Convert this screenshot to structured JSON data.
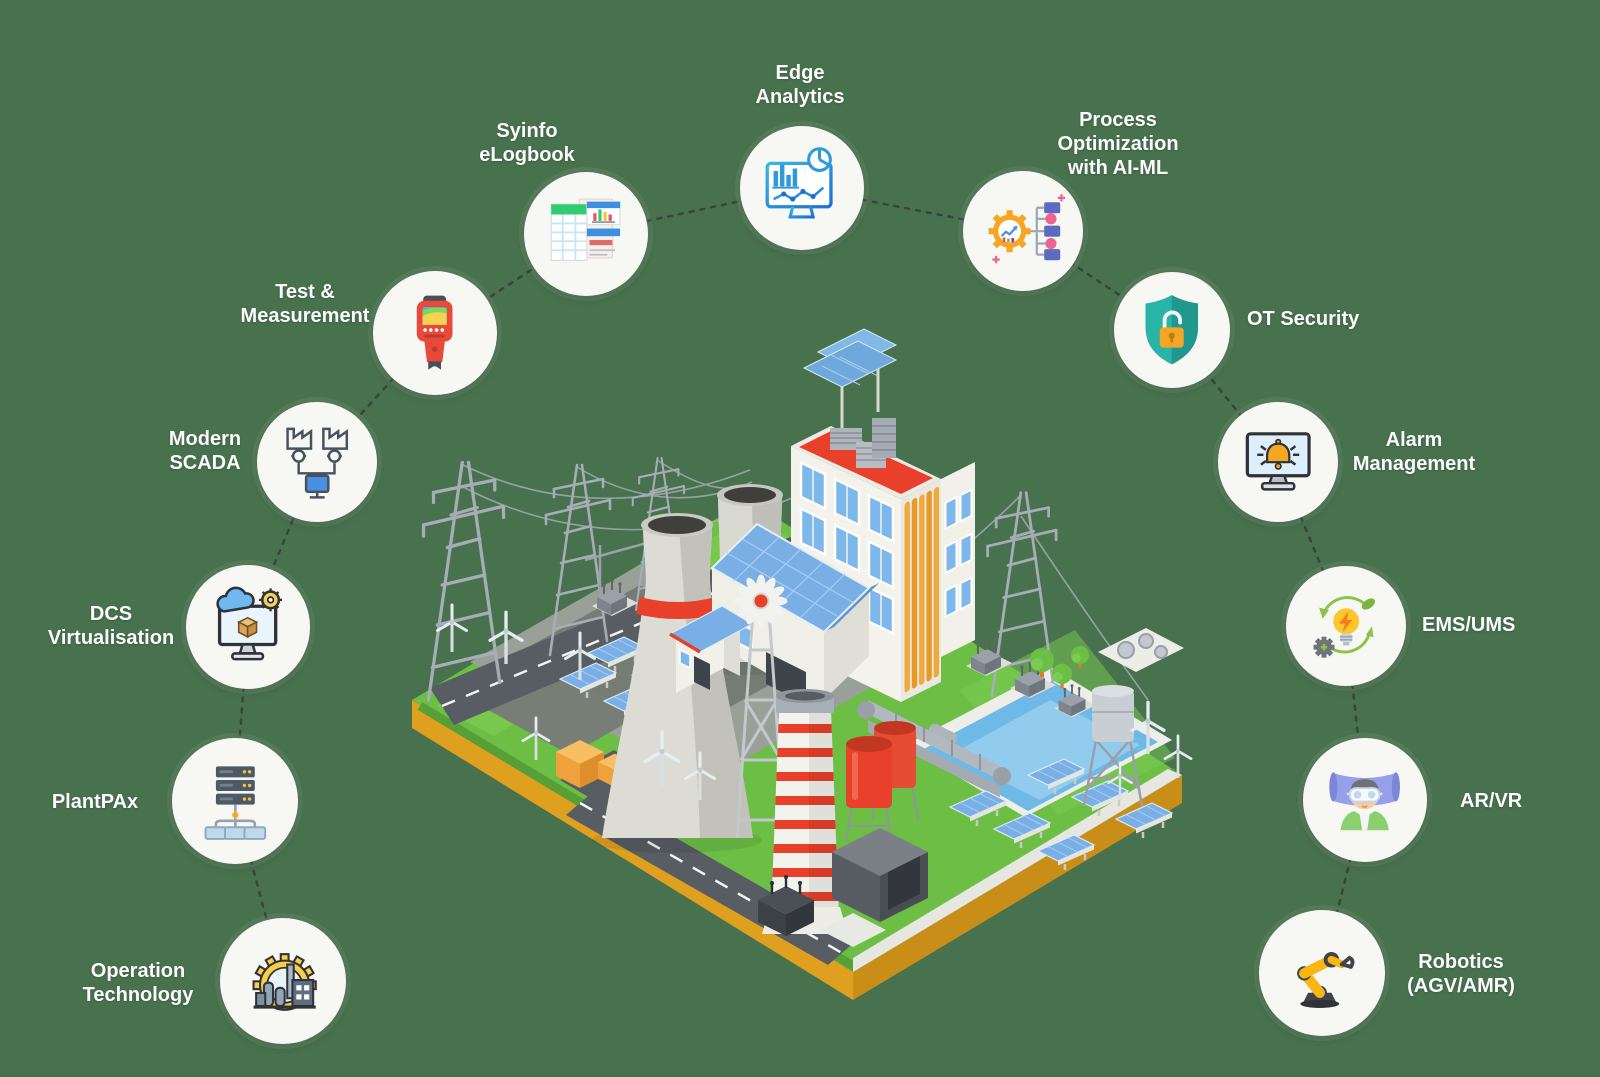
{
  "illustration": "isometric-smart-power-plant",
  "colors": {
    "background": "#48714E",
    "connector": "#3C3C3C",
    "node_circle": "#F7F7F4",
    "label_text": "#FCFCFC"
  },
  "nodes": [
    {
      "id": "edge-analytics",
      "label": "Edge\nAnalytics",
      "icon": "analytics-monitor-icon"
    },
    {
      "id": "syinfo-elogbook",
      "label": "Syinfo\neLogbook",
      "icon": "elogbook-sheets-icon"
    },
    {
      "id": "process-optimization",
      "label": "Process\nOptimization\nwith AI-ML",
      "icon": "gear-flowchart-icon"
    },
    {
      "id": "test-measurement",
      "label": "Test &\nMeasurement",
      "icon": "thermal-camera-icon"
    },
    {
      "id": "ot-security",
      "label": "OT Security",
      "icon": "shield-lock-icon"
    },
    {
      "id": "modern-scada",
      "label": "Modern\nSCADA",
      "icon": "factories-monitor-icon"
    },
    {
      "id": "alarm-management",
      "label": "Alarm\nManagement",
      "icon": "alarm-monitor-icon"
    },
    {
      "id": "dcs-virtualisation",
      "label": "DCS\nVirtualisation",
      "icon": "cloud-virtualization-icon"
    },
    {
      "id": "ems-ums",
      "label": "EMS/UMS",
      "icon": "energy-bulb-icon"
    },
    {
      "id": "plantpax",
      "label": "PlantPAx",
      "icon": "server-network-icon"
    },
    {
      "id": "ar-vr",
      "label": "AR/VR",
      "icon": "vr-headset-icon"
    },
    {
      "id": "operation-technology",
      "label": "Operation\nTechnology",
      "icon": "factory-gear-icon"
    },
    {
      "id": "robotics",
      "label": "Robotics\n(AGV/AMR)",
      "icon": "robot-arm-icon"
    }
  ]
}
